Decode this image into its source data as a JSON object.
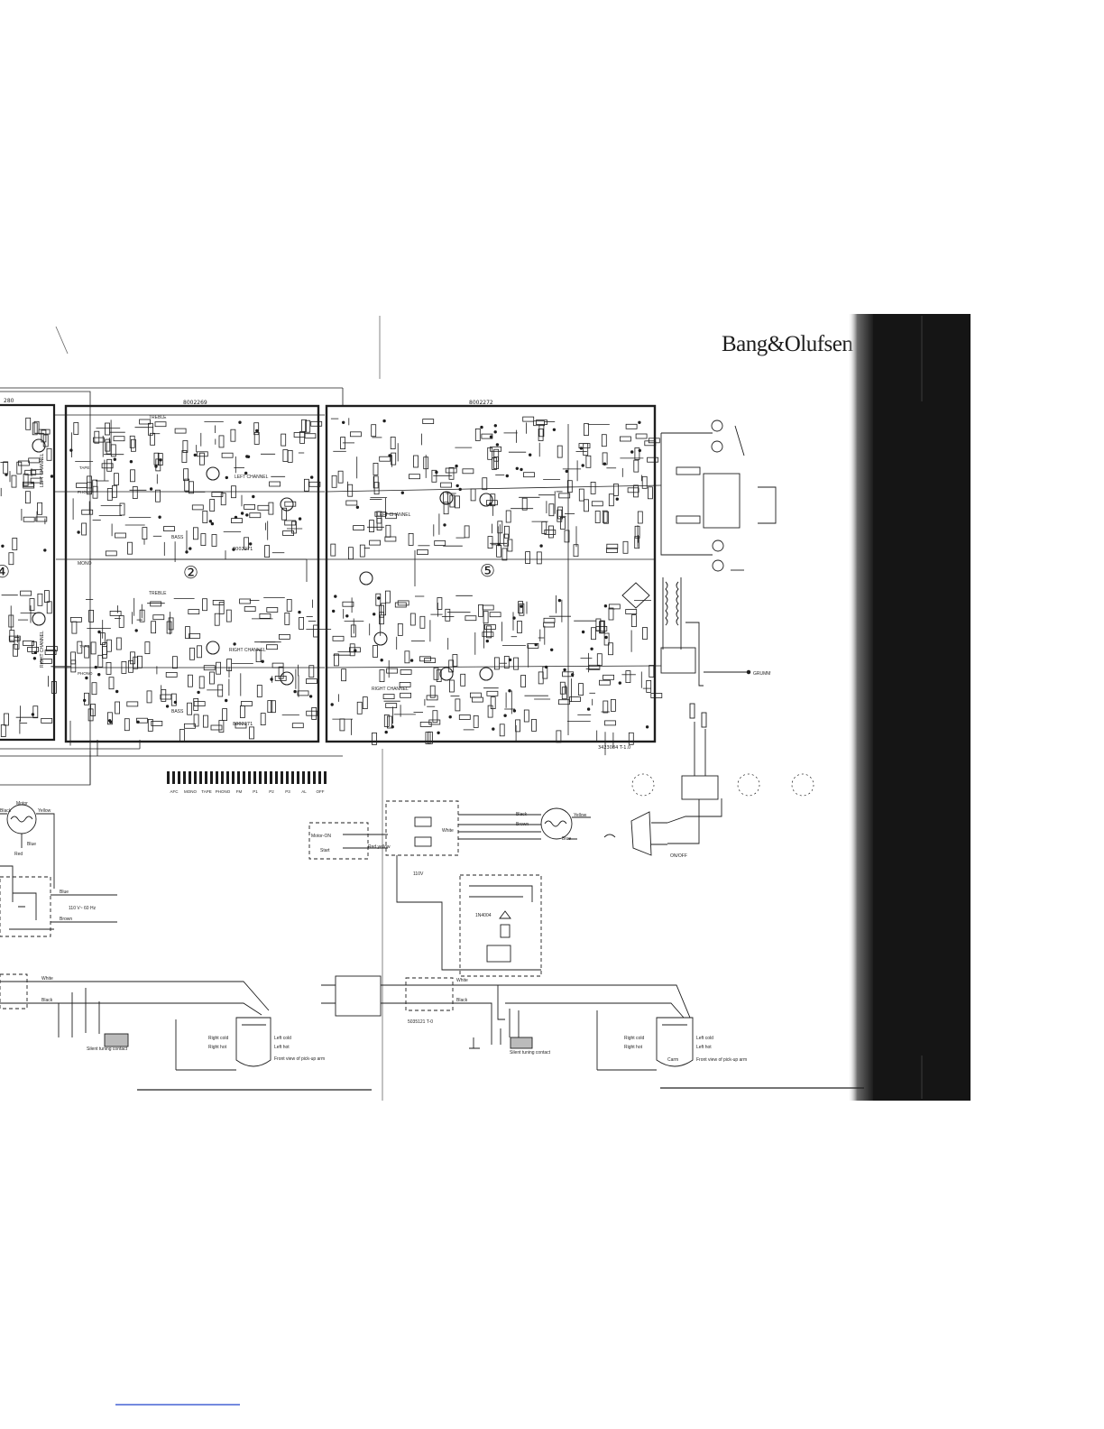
{
  "brand": {
    "name": "Bang&Olufsen"
  },
  "boards": {
    "b2": {
      "number": "8002269",
      "circle": "②"
    },
    "b5": {
      "number": "8002272",
      "circle": "⑤"
    },
    "b4": {
      "number": "280",
      "circle": "④"
    },
    "sub": "8002271",
    "drawing_no": "3423084 T-1.0"
  },
  "labels": {
    "treble": "TREBLE",
    "bass": "BASS",
    "left_channel": "LEFT CHANNEL",
    "right_channel": "RIGHT CHANNEL",
    "left_channel_v": "LEFT CHANNEL",
    "right_channel_v": "RIGHT CHANNEL",
    "mono": "MONO",
    "phono": "PHONO",
    "tape": "TAPE",
    "grumm": "GRUMM",
    "on_off": "ON/OFF"
  },
  "selector": {
    "items": [
      "AFC",
      "MONO",
      "TAPE",
      "PHONO",
      "FM",
      "P1",
      "P2",
      "P3",
      "AL",
      "OFF"
    ]
  },
  "turntable_left": {
    "motor": "Motor",
    "black": "Black",
    "yellow": "Yellow",
    "blue": "Blue",
    "red": "Red",
    "blue2": "Blue",
    "brown": "Brown",
    "freq": "110 V~ 60 Hz",
    "white": "White",
    "black2": "Black",
    "right_cold": "Right cold",
    "right_hot": "Right hot",
    "left_cold": "Left cold",
    "left_hot": "Left hot",
    "front_view": "Front view of pick-up arm",
    "silent": "Silent tuning contact"
  },
  "turntable_right": {
    "motor_on": "Motor-ON",
    "start": "Start",
    "red_yellow": "Red yellow",
    "black": "Black",
    "yellow": "Yellow",
    "brown": "Brown",
    "white": "White",
    "blue": "Blue",
    "v110": "110V",
    "diode": "1N4004",
    "white2": "White",
    "black2": "Black",
    "cable": "5035121 T-0",
    "right_cold": "Right cold",
    "right_hot": "Right hot",
    "left_cold": "Left cold",
    "left_hot": "Left hot",
    "carm": "Carm",
    "front_view": "Front view of pick-up arm",
    "silent": "Silent tuning contact"
  },
  "colors": {
    "ink": "#1e1e1e",
    "paper": "#ffffff",
    "binding_dark": "#141414",
    "link_blue": "#2244cc"
  }
}
